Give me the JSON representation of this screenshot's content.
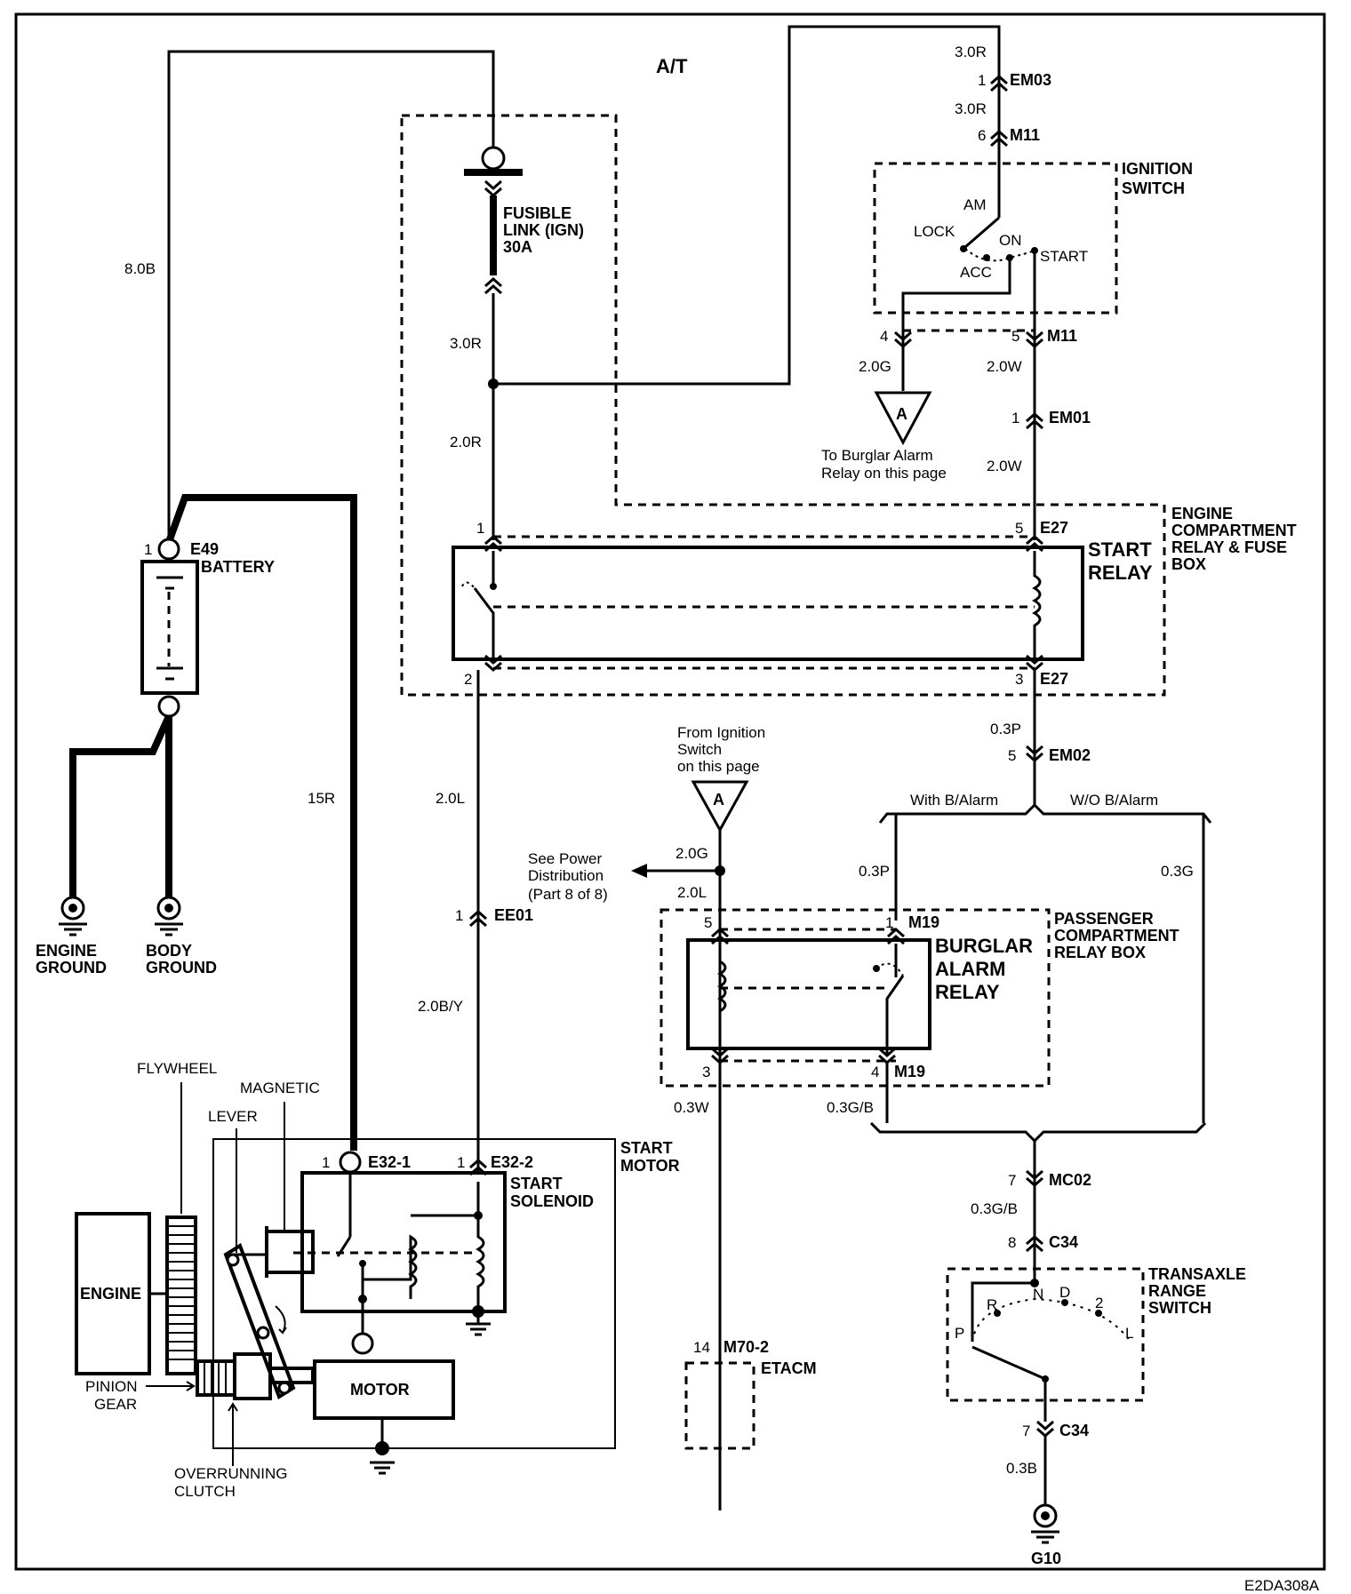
{
  "title": "A/T",
  "figure_code": "E2DA308A",
  "wires": {
    "battery_main": "8.0B",
    "em03_top": "3.0R",
    "em03_bottom": "3.0R",
    "fusible_out": "3.0R",
    "to_start_relay": "2.0R",
    "ignition_to_alarm": "2.0G",
    "ignition_start": "2.0W",
    "em01_out": "2.0W",
    "start_motor_feed": "15R",
    "relay_to_solenoid_upper": "2.0L",
    "relay_to_solenoid_lower": "2.0B/Y",
    "relay_out": "0.3P",
    "with_alarm_wire": "0.3P",
    "without_alarm_wire": "0.3G",
    "alarm_feed_green": "2.0G",
    "alarm_feed_blue": "2.0L",
    "etacm_wire": "0.3W",
    "alarm_out": "0.3G/B",
    "mc02_out": "0.3G/B",
    "ground_wire": "0.3B"
  },
  "connectors": {
    "em03": {
      "pin": "1",
      "name": "EM03"
    },
    "m11_top": {
      "pin": "6",
      "name": "M11"
    },
    "m11_left": {
      "pin": "4"
    },
    "m11_right": {
      "pin": "5",
      "name": "M11"
    },
    "em01": {
      "pin": "1",
      "name": "EM01"
    },
    "e27_top_left": {
      "pin": "1"
    },
    "e27_top_right": {
      "pin": "5",
      "name": "E27"
    },
    "e27_bottom_left": {
      "pin": "2"
    },
    "e27_bottom_right": {
      "pin": "3",
      "name": "E27"
    },
    "em02": {
      "pin": "5",
      "name": "EM02"
    },
    "e49": {
      "pin": "1",
      "name": "E49"
    },
    "ee01": {
      "pin": "1",
      "name": "EE01"
    },
    "e32_1": {
      "pin": "1",
      "name": "E32-1"
    },
    "e32_2": {
      "pin": "1",
      "name": "E32-2"
    },
    "m19_top_left": {
      "pin": "5"
    },
    "m19_top_right": {
      "pin": "1",
      "name": "M19"
    },
    "m19_bottom_left": {
      "pin": "3"
    },
    "m19_bottom_right": {
      "pin": "4",
      "name": "M19"
    },
    "mc02": {
      "pin": "7",
      "name": "MC02"
    },
    "c34_top": {
      "pin": "8",
      "name": "C34"
    },
    "c34_bottom": {
      "pin": "7",
      "name": "C34"
    },
    "m70_2": {
      "pin": "14",
      "name": "M70-2"
    },
    "g10": {
      "name": "G10"
    }
  },
  "components": {
    "fusible_link": [
      "FUSIBLE",
      "LINK (IGN)",
      "30A"
    ],
    "ignition_switch": [
      "IGNITION",
      "SWITCH"
    ],
    "ignition_positions": {
      "am": "AM",
      "lock": "LOCK",
      "on": "ON",
      "acc": "ACC",
      "start": "START"
    },
    "engine_box": [
      "ENGINE",
      "COMPARTMENT",
      "RELAY & FUSE",
      "BOX"
    ],
    "start_relay": [
      "START",
      "RELAY"
    ],
    "battery": "BATTERY",
    "engine_ground": [
      "ENGINE",
      "GROUND"
    ],
    "body_ground": [
      "BODY",
      "GROUND"
    ],
    "burglar_alarm_relay": [
      "BURGLAR",
      "ALARM",
      "RELAY"
    ],
    "passenger_box": [
      "PASSENGER",
      "COMPARTMENT",
      "RELAY BOX"
    ],
    "start_motor": [
      "START",
      "MOTOR"
    ],
    "start_solenoid": [
      "START",
      "SOLENOID"
    ],
    "motor": "MOTOR",
    "engine": "ENGINE",
    "flywheel": "FLYWHEEL",
    "magnetic": "MAGNETIC",
    "lever": "LEVER",
    "pinion_gear": [
      "PINION",
      "GEAR"
    ],
    "overrunning_clutch": [
      "OVERRUNNING",
      "CLUTCH"
    ],
    "etacm": "ETACM",
    "transaxle": [
      "TRANSAXLE",
      "RANGE",
      "SWITCH"
    ],
    "transaxle_positions": {
      "p": "P",
      "r": "R",
      "n": "N",
      "d": "D",
      "two": "2",
      "l": "L"
    }
  },
  "notes": {
    "to_alarm": [
      "To Burglar Alarm",
      "Relay on this page"
    ],
    "from_ignition": [
      "From Ignition",
      "Switch",
      "on this page"
    ],
    "see_power": [
      "See Power",
      "Distribution",
      "(Part 8 of 8)"
    ],
    "with_alarm": "With B/Alarm",
    "without_alarm": "W/O B/Alarm",
    "ref_a1": "A",
    "ref_a2": "A"
  }
}
